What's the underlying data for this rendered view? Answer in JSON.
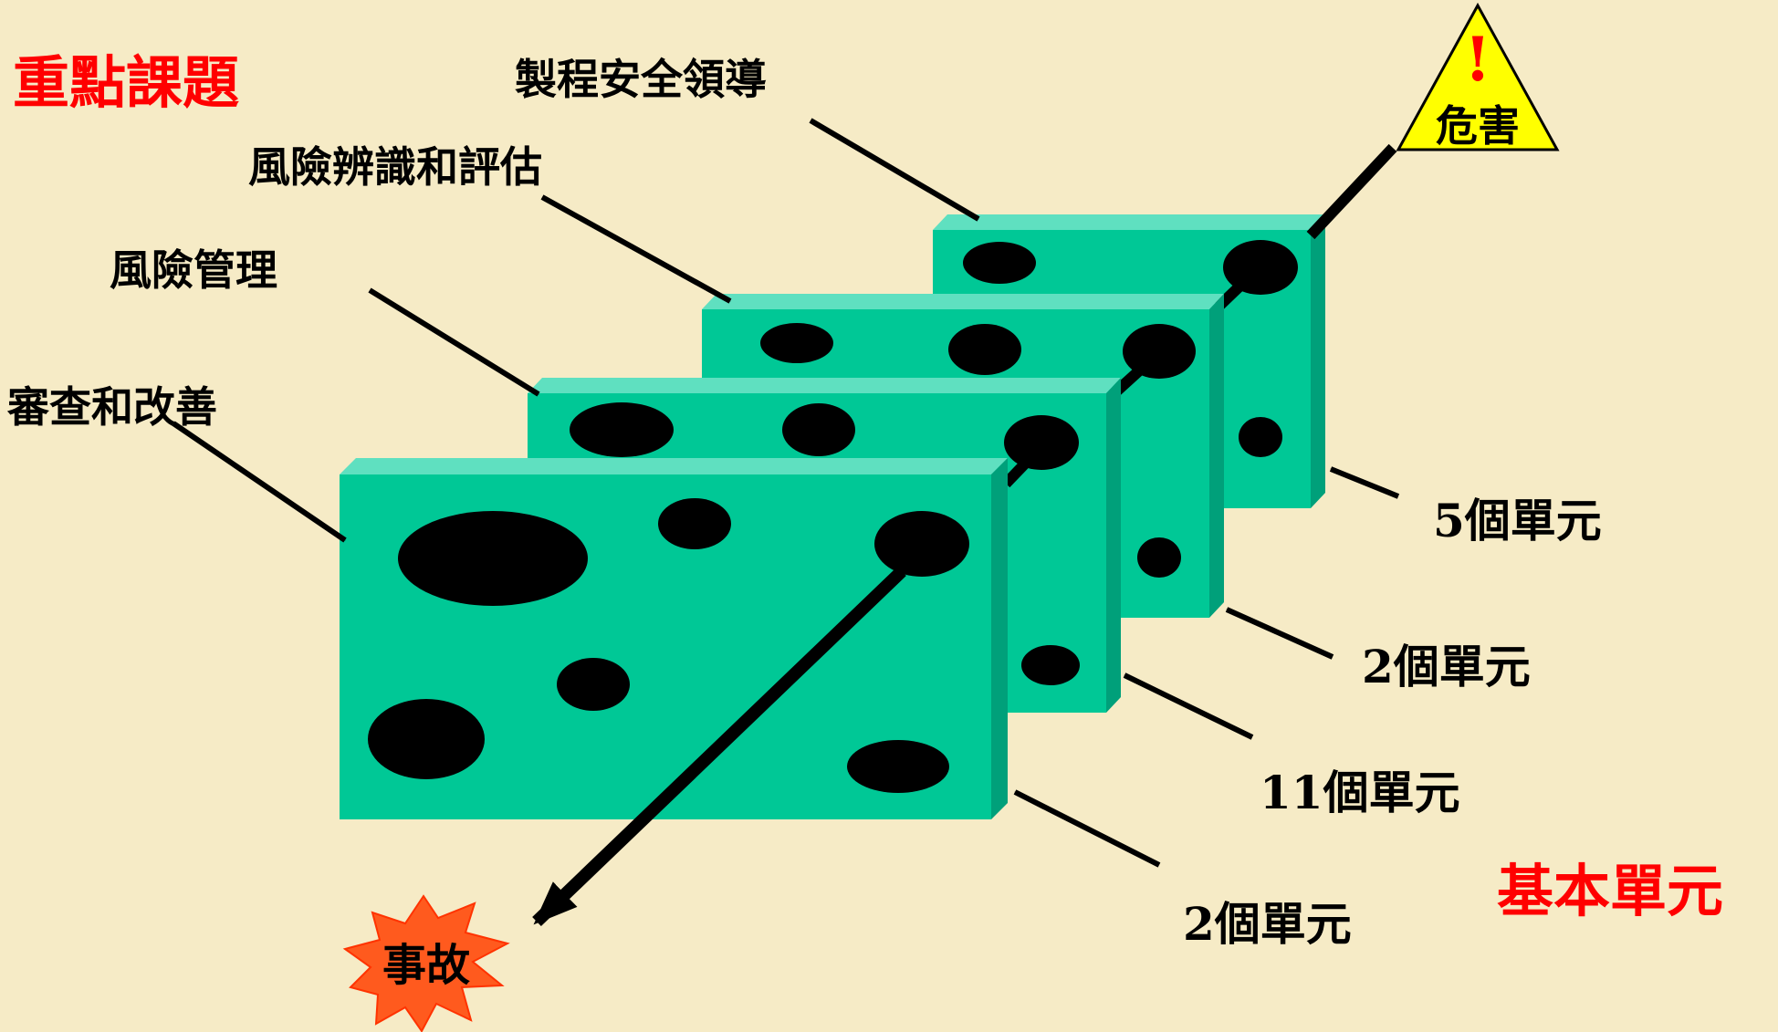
{
  "title": "重點課題",
  "layers": [
    {
      "label": "製程安全領導",
      "units": "5個單元"
    },
    {
      "label": "風險辨識和評估",
      "units": "2個單元"
    },
    {
      "label": "風險管理",
      "units": "11個單元"
    },
    {
      "label": "審查和改善",
      "units": "2個單元"
    }
  ],
  "hazard": {
    "label": "危害",
    "symbol": "!"
  },
  "accident": {
    "label": "事故"
  },
  "base_unit_label": "基本單元",
  "colors": {
    "background": "#f6ebc6",
    "slab_front": "#00c896",
    "slab_top": "#5fe0c0",
    "slab_side": "#00a07a",
    "hole": "#000000",
    "accent_red": "#ff0000",
    "hazard_yellow": "#ffff00",
    "accident_orange": "#ff5a1e",
    "text": "#000000"
  }
}
